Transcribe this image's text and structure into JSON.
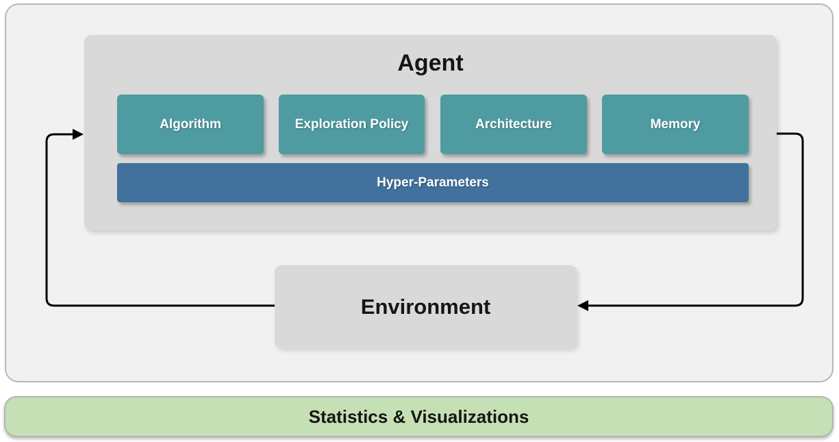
{
  "agent": {
    "title": "Agent",
    "modules": [
      {
        "label": "Algorithm"
      },
      {
        "label": "Exploration Policy"
      },
      {
        "label": "Architecture"
      },
      {
        "label": "Memory"
      }
    ],
    "hyper_parameters": {
      "label": "Hyper-Parameters"
    }
  },
  "environment": {
    "title": "Environment"
  },
  "footer": {
    "label": "Statistics & Visualizations"
  },
  "arrows": [
    {
      "name": "environment-to-agent-loop",
      "direction": "from Environment left side up into Agent left edge"
    },
    {
      "name": "agent-to-environment-loop",
      "direction": "from Agent right edge down into Environment right side"
    }
  ],
  "colors": {
    "module_teal": "#4E9BA2",
    "hyper_blue": "#41719C",
    "panel_gray": "#D9D9D9",
    "outer_gray": "#F1F1F1",
    "outer_border": "#B7B7B7",
    "footer_green": "#C5E0B4",
    "footer_border": "#B3B3B3",
    "arrow_black": "#000000"
  }
}
